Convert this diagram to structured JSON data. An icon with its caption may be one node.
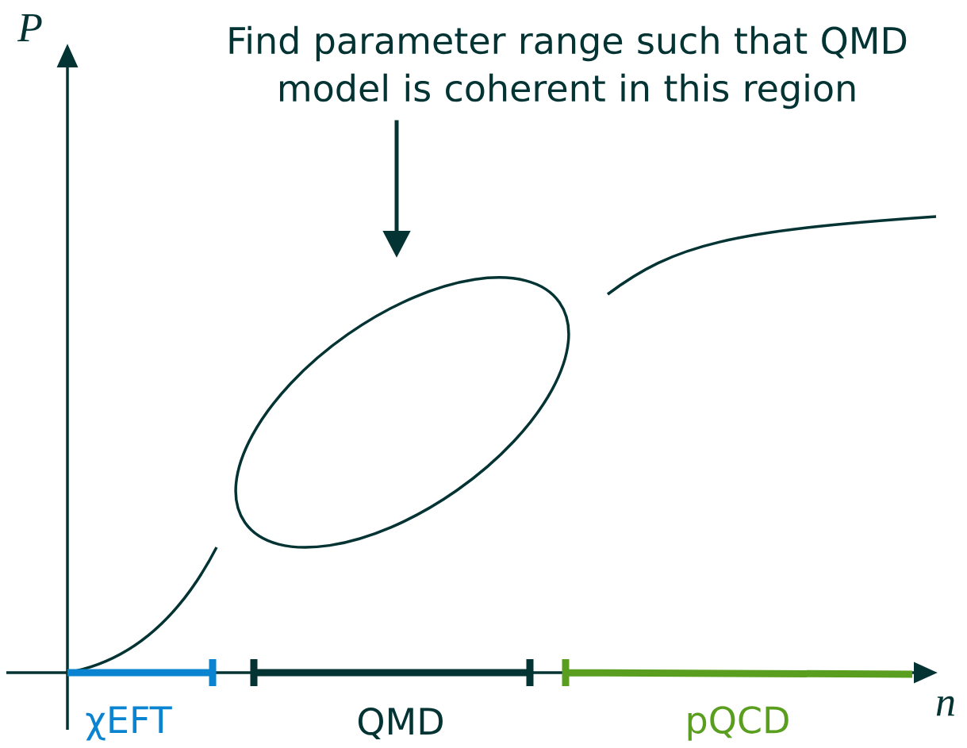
{
  "diagram": {
    "nodes": [
      {
        "text": [
          "Find parameter range such that QMD model is coherent in this region"
        ]
      },
      {
        "text": [],
        "shape": "ellipse"
      }
    ],
    "edges": [
      {
        "from": 0,
        "to": 1,
        "arrow": "to"
      }
    ],
    "labels": [
      "P",
      "n",
      "χEFT",
      "QMD",
      "pQCD"
    ]
  }
}
